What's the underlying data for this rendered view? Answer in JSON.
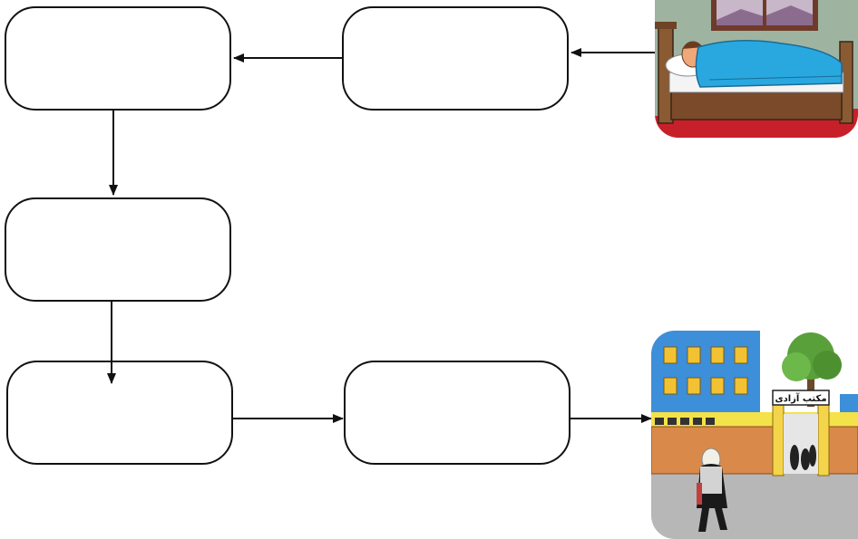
{
  "diagram": {
    "type": "flowchart",
    "start_image": "person-sleeping-in-bed",
    "end_image": "girl-walking-to-school",
    "boxes": [
      {
        "id": "box-1",
        "text": ""
      },
      {
        "id": "box-2",
        "text": ""
      },
      {
        "id": "box-3",
        "text": ""
      },
      {
        "id": "box-4",
        "text": ""
      },
      {
        "id": "box-5",
        "text": ""
      }
    ],
    "school_sign": "مکتب آزادی",
    "colors": {
      "school_building": "#3d8fd9",
      "school_wall": "#d98a4a",
      "bed_sheet": "#29a8e0",
      "floor": "#c8202a"
    }
  }
}
